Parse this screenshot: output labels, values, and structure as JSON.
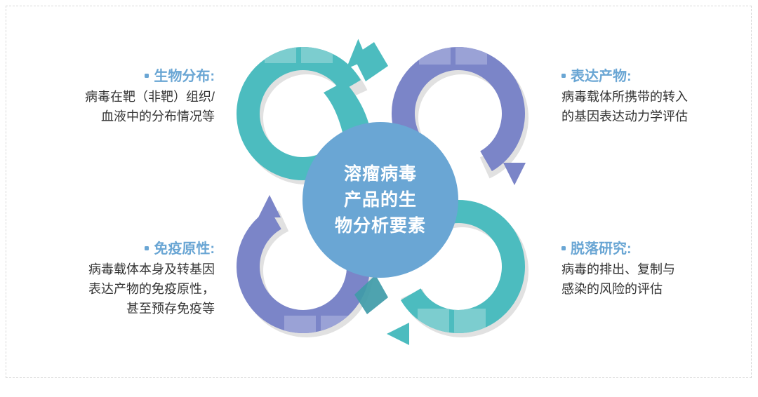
{
  "center": {
    "text": "溶瘤病毒\n产品的生\n物分析要素",
    "circle_color": "#6aa6d4",
    "text_color": "#ffffff"
  },
  "palette": {
    "teal": "#4cbcbf",
    "teal_light": "#7ccdcf",
    "teal_dark": "#3a9ba3",
    "purple": "#7b85c8",
    "purple_light": "#9aa2d6",
    "purple_dark": "#5f67a8",
    "accent_blue": "#6aa6d4",
    "body_text": "#333333",
    "shadow": "#e2e2e2",
    "frame": "#d8d8d8"
  },
  "labels": {
    "top_left": {
      "heading": "生物分布:",
      "body": "病毒在靶（非靶）组织/\n血液中的分布情况等"
    },
    "top_right": {
      "heading": "表达产物:",
      "body": "病毒载体所携带的转入\n的基因表达动力学评估"
    },
    "bottom_left": {
      "heading": "免疫原性:",
      "body": "病毒载体本身及转基因\n表达产物的免疫原性，\n甚至预存免疫等"
    },
    "bottom_right": {
      "heading": "脱落研究:",
      "body": "病毒的排出、复制与\n感染的风险的评估"
    }
  },
  "rings": [
    {
      "name": "biodistribution-ring",
      "position": "top-left",
      "color": "#4cbcbf",
      "arrow": "right"
    },
    {
      "name": "expression-product-ring",
      "position": "top-right",
      "color": "#7b85c8",
      "arrow": "down"
    },
    {
      "name": "shedding-study-ring",
      "position": "bottom-right",
      "color": "#4cbcbf",
      "arrow": "left"
    },
    {
      "name": "immunogenicity-ring",
      "position": "bottom-left",
      "color": "#7b85c8",
      "arrow": "up"
    }
  ]
}
